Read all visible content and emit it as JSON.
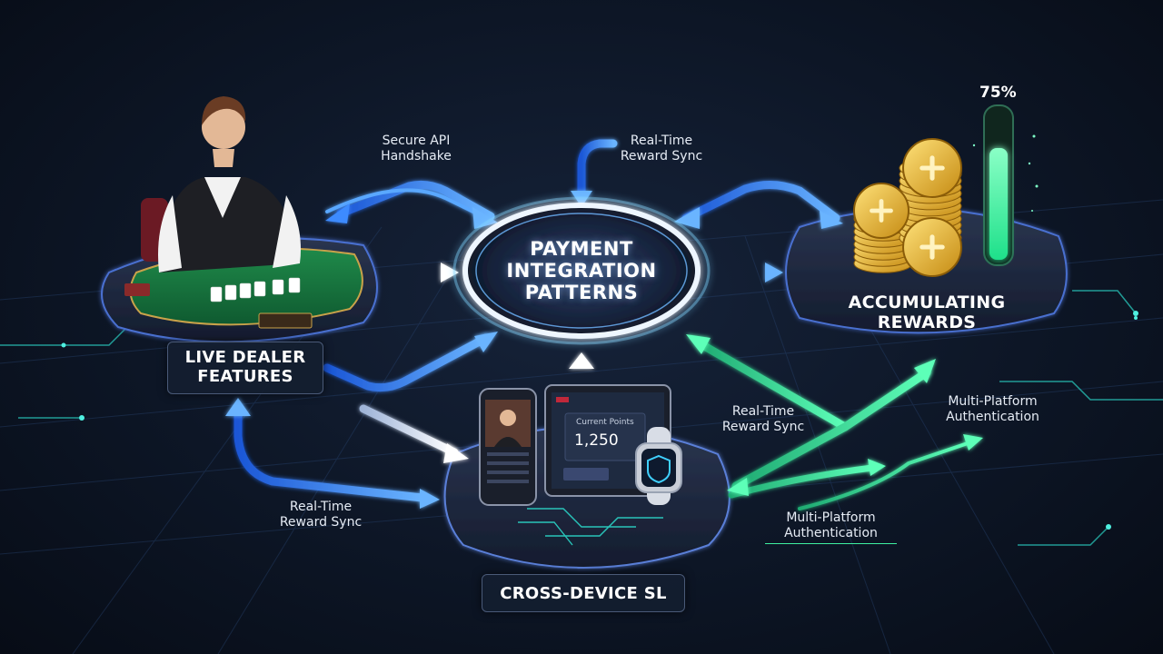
{
  "hub": {
    "title": "PAYMENT\nINTEGRATION\nPATTERNS"
  },
  "nodes": {
    "live_dealer": {
      "title": "LIVE DEALER\nFEATURES"
    },
    "rewards": {
      "title": "ACCUMULATING\nREWARDS",
      "progress_label": "75%",
      "progress": 0.75
    },
    "cross_device": {
      "title": "CROSS-DEVICE SL",
      "points_label": "Current Points",
      "points_value": "1,250"
    }
  },
  "connections": {
    "secure_api": "Secure API\nHandshake",
    "sync_top": "Real-Time\nReward Sync",
    "sync_mid": "Real-Time\nReward Sync",
    "sync_left": "Real-Time\nReward Sync",
    "auth_upper": "Multi-Platform\nAuthentication",
    "auth_lower": "Multi-Platform\nAuthentication"
  },
  "colors": {
    "blue_arrow": "#3d8bff",
    "white_arrow": "#e8eef8",
    "green_arrow": "#3ef0a0",
    "accent_glow": "#7fd4ff",
    "gold": "#e8b93a"
  }
}
